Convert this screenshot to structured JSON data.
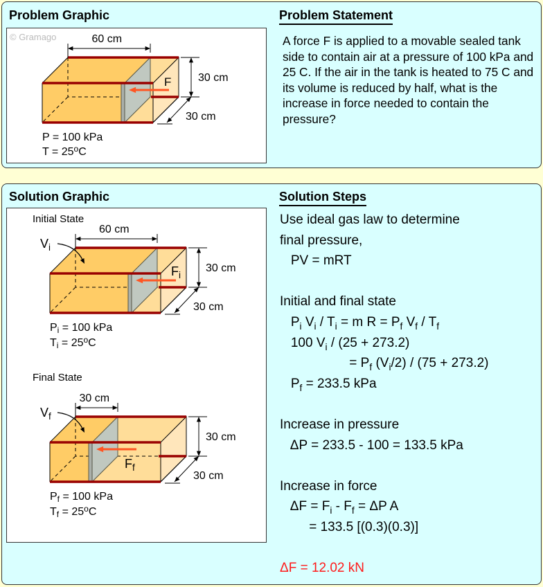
{
  "problem": {
    "graphic_title": "Problem Graphic",
    "statement_title": "Problem Statement",
    "statement": "A force F is applied to a movable sealed tank side to contain air at a pressure of 100 kPa and 25 C. If the air in the tank is heated to 75 C and its volume is reduced by half, what is the increase in force needed to contain the pressure?",
    "watermark": "© Gramago",
    "graphic": {
      "length": "60 cm",
      "height": "30 cm",
      "depth": "30 cm",
      "force": "F",
      "pressure": "P = 100 kPa",
      "temp": "T = 25",
      "temp_sup": "o",
      "temp_unit": "C"
    }
  },
  "solution": {
    "graphic_title": "Solution Graphic",
    "steps_title": "Solution Steps",
    "initial": {
      "label": "Initial State",
      "length": "60 cm",
      "height": "30 cm",
      "depth": "30 cm",
      "volume": "V",
      "volume_sub": "i",
      "force": "F",
      "force_sub": "i",
      "p": "P",
      "p_sub": "i",
      "p_val": " = 100 kPa",
      "t": "T",
      "t_sub": "i",
      "t_val": " = 25",
      "t_sup": "o",
      "t_unit": "C"
    },
    "final": {
      "label": "Final State",
      "length": "30 cm",
      "height": "30 cm",
      "depth": "30 cm",
      "volume": "V",
      "volume_sub": "f",
      "force": "F",
      "force_sub": "f",
      "p": "P",
      "p_sub": "f",
      "p_val": " = 100 kPa",
      "t": "T",
      "t_sub": "f",
      "t_val": " = 25",
      "t_sup": "o",
      "t_unit": "C"
    },
    "steps": [
      [
        "Use ideal gas law to determine"
      ],
      [
        "final pressure,"
      ],
      [
        "   PV = mRT"
      ],
      [
        ""
      ],
      [
        "Initial and final state"
      ],
      [
        "   P",
        {
          "sub": "i"
        },
        " V",
        {
          "sub": "i"
        },
        " / T",
        {
          "sub": "i"
        },
        " = m R = P",
        {
          "sub": "f"
        },
        " V",
        {
          "sub": "f"
        },
        " / T",
        {
          "sub": "f"
        }
      ],
      [
        "   100 V",
        {
          "sub": "i"
        },
        " / (25 + 273.2)"
      ],
      [
        "                   = P",
        {
          "sub": "f"
        },
        " (V",
        {
          "sub": "i"
        },
        "/2) / (75 + 273.2)"
      ],
      [
        "   P",
        {
          "sub": "f"
        },
        " = 233.5 kPa"
      ],
      [
        ""
      ],
      [
        "Increase in pressure"
      ],
      [
        "   ΔP = 233.5 - 100 = 133.5 kPa"
      ],
      [
        ""
      ],
      [
        "Increase in force"
      ],
      [
        "   ΔF = F",
        {
          "sub": "i"
        },
        " - F",
        {
          "sub": "f"
        },
        " = ΔP A"
      ],
      [
        "        = 133.5 [(0.3)(0.3)]"
      ],
      [
        ""
      ],
      [
        "ΔF = 12.02 kN"
      ]
    ],
    "answer_color": "#ff1a1a"
  },
  "colors": {
    "tank": "#ffcc66",
    "tank_light": "#ffdd99",
    "edge": "#990000",
    "piston": "#c0c8c0",
    "arrow": "#ff5522"
  }
}
